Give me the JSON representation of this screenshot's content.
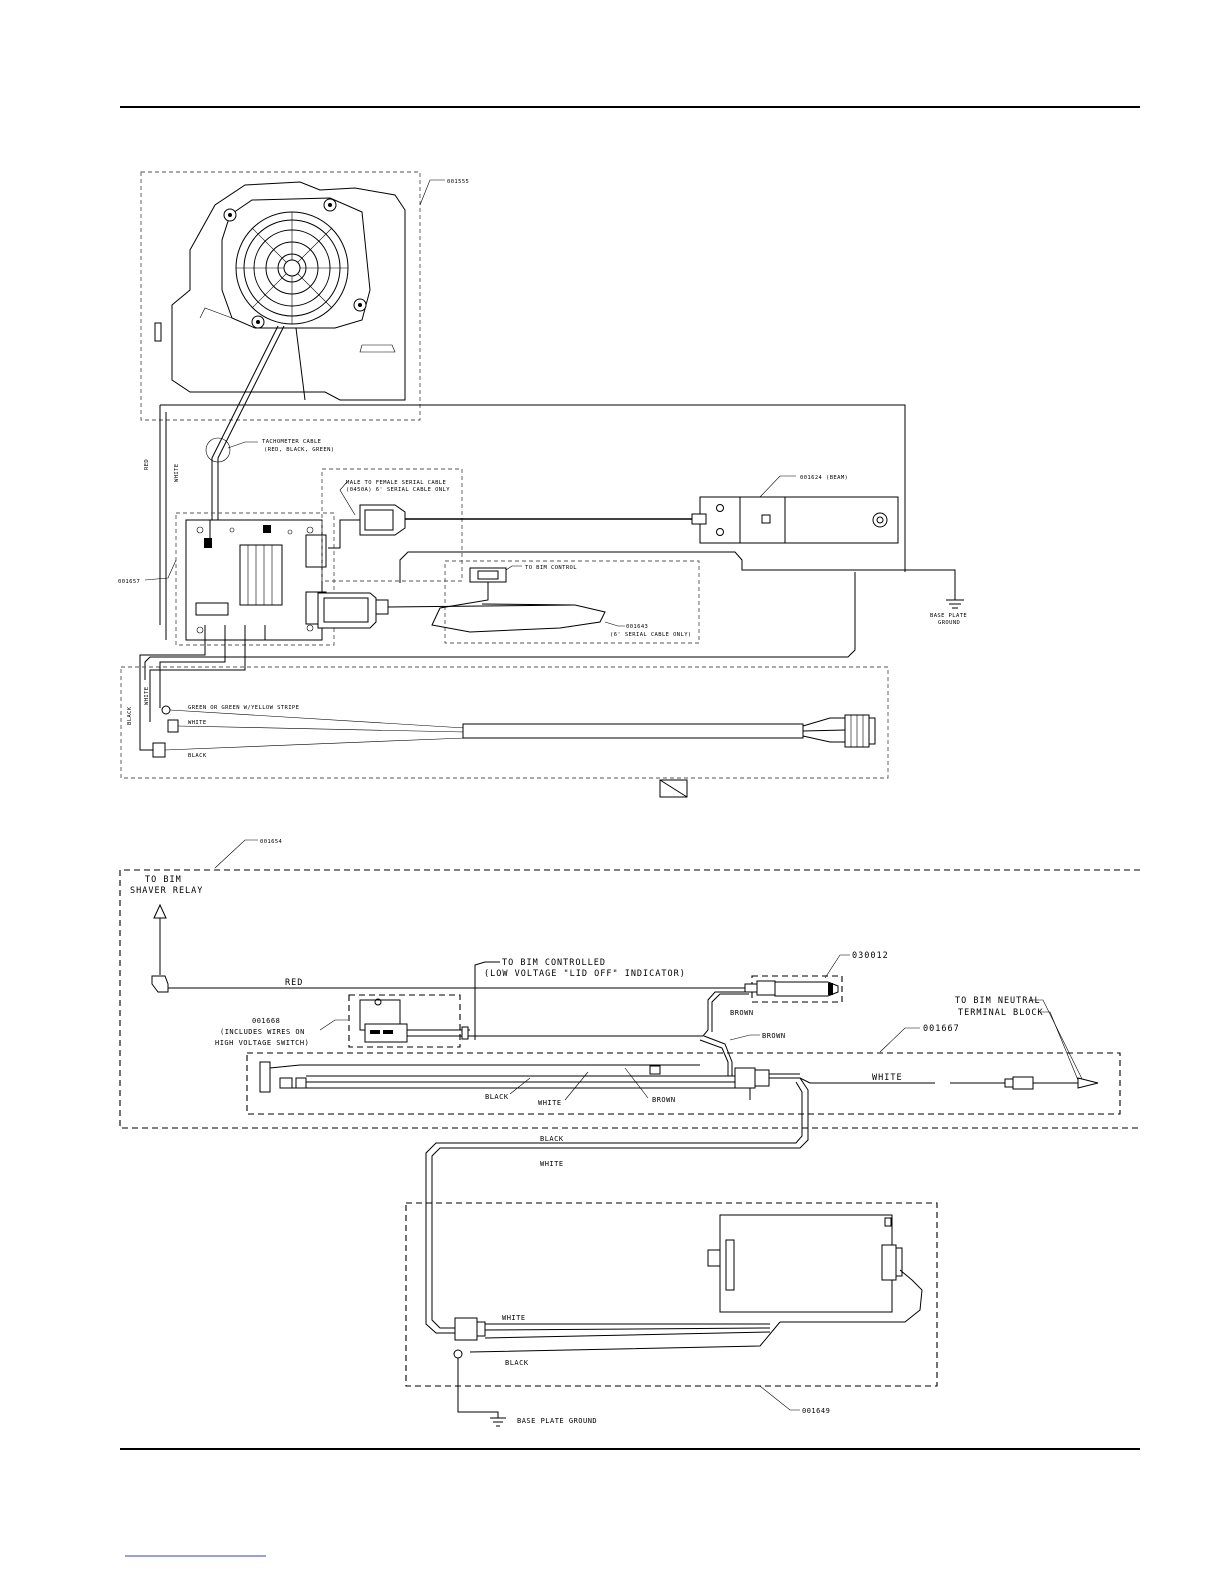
{
  "top_diagram": {
    "part_fan_housing": "001555",
    "tach_cable": [
      "TACHOMETER CABLE",
      "(RED, BLACK, GREEN)"
    ],
    "serial_cable": [
      "MALE TO FEMALE SERIAL CABLE",
      "(0450A) 6' SERIAL CABLE ONLY"
    ],
    "part_sensor": "001624 (BEAM)",
    "to_bim_control": "TO BIM CONTROL",
    "part_board": "001657",
    "part_serial": [
      "001643",
      "(6' SERIAL CABLE ONLY)"
    ],
    "base_plate_ground": [
      "BASE PLATE",
      "GROUND"
    ],
    "wire_red_left": "RED",
    "wire_white_left": "WHITE",
    "wire_black_left": "BLACK",
    "wire_white_lower": "WHITE",
    "green_stripe": "GREEN OR GREEN W/YELLOW STRIPE",
    "wire_white_harness": "WHITE",
    "wire_black_harness": "BLACK"
  },
  "bottom_diagram": {
    "part_harness": "001654",
    "to_bim_shaver_relay": [
      "TO BIM",
      "SHAVER RELAY"
    ],
    "wire_red": "RED",
    "to_bim_controlled": [
      "TO BIM CONTROLLED",
      "(LOW VOLTAGE \"LID OFF\" INDICATOR)"
    ],
    "part_lid_switch": "030012",
    "wire_brown_1": "BROWN",
    "wire_brown_2": "BROWN",
    "part_switch": [
      "001668",
      "(INCLUDES WIRES ON",
      "HIGH VOLTAGE SWITCH)"
    ],
    "to_bim_neutral": [
      "TO BIM NEUTRAL",
      "TERMINAL BLOCK"
    ],
    "part_neutral": "001667",
    "wire_white_right": "WHITE",
    "wire_black_1": "BLACK",
    "wire_white_1": "WHITE",
    "wire_brown_3": "BROWN",
    "wire_black_2": "BLACK",
    "wire_white_2": "WHITE",
    "wire_white_motor": "WHITE",
    "wire_black_motor": "BLACK",
    "part_motor": "001649",
    "base_plate_ground": "BASE PLATE GROUND"
  }
}
